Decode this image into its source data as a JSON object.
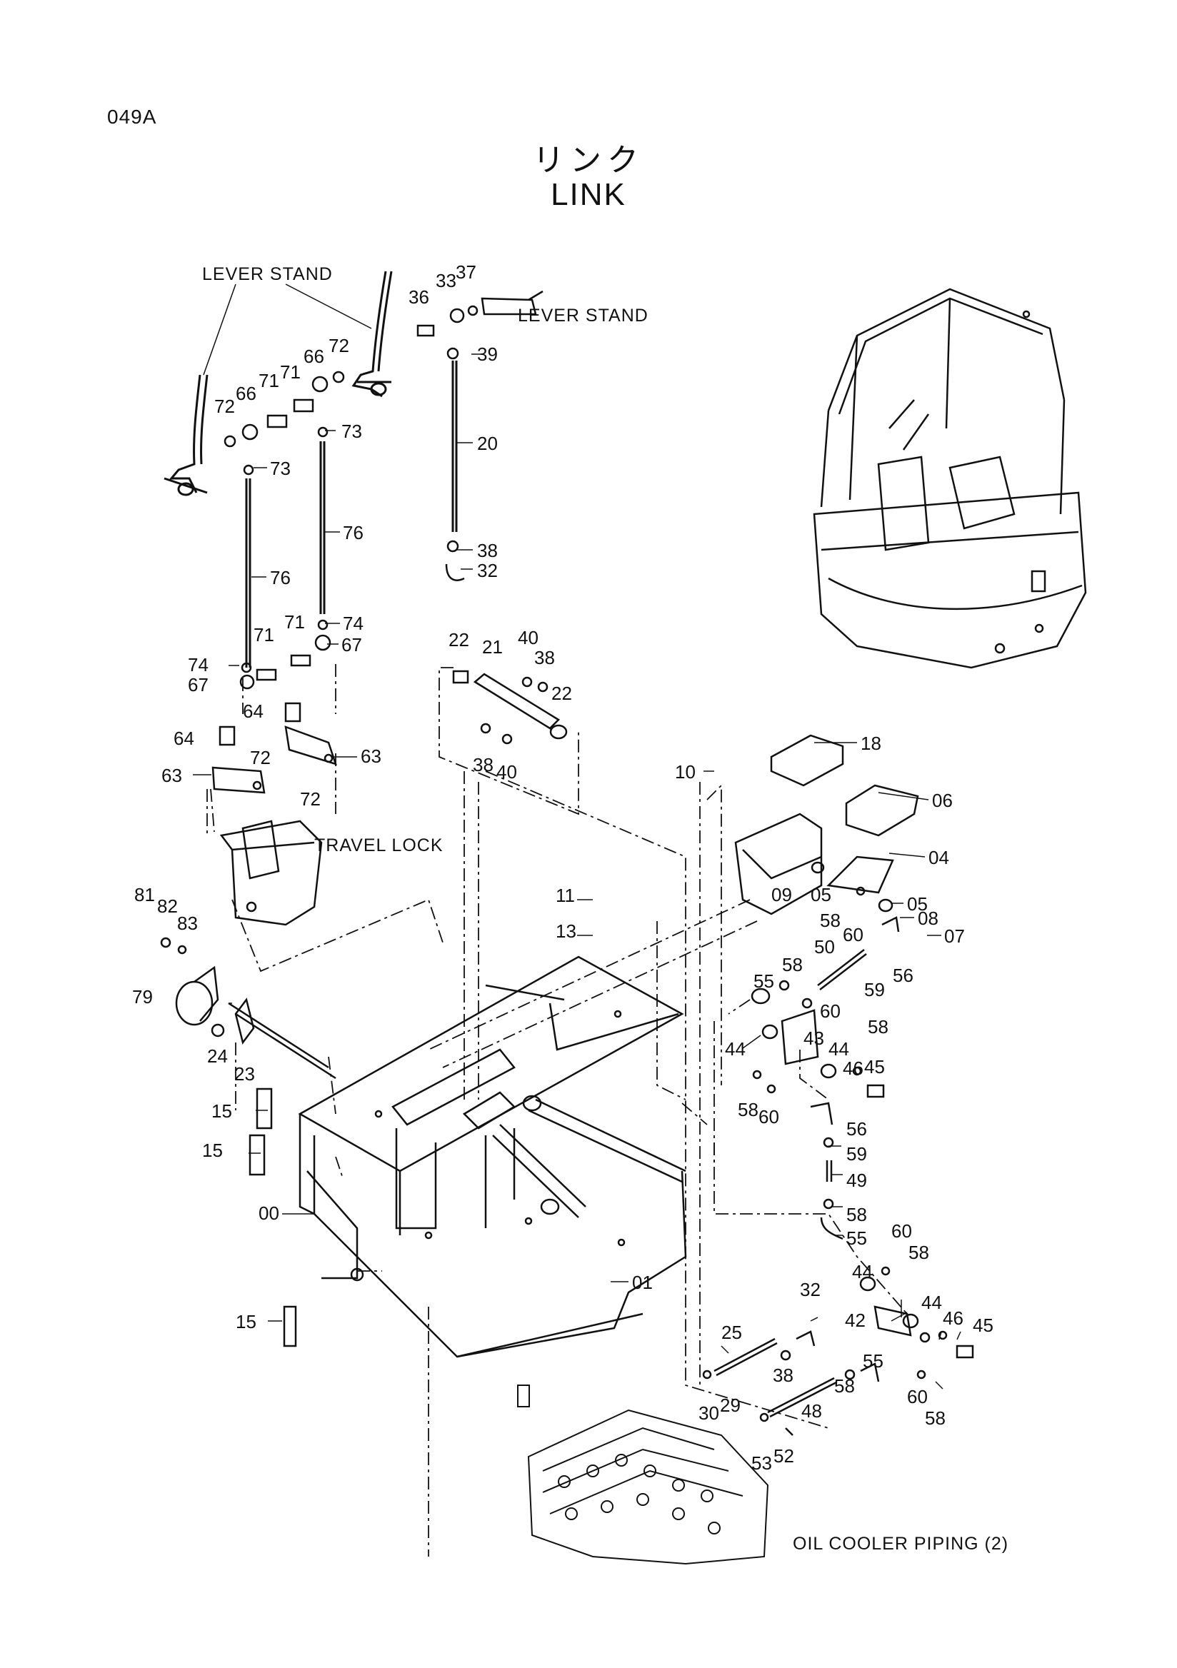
{
  "header": {
    "page_code": "049A",
    "title_jp": "リンク",
    "title_en": "LINK"
  },
  "labels": {
    "lever_stand_left": "LEVER STAND",
    "lever_stand_right": "LEVER STAND",
    "travel_lock": "TRAVEL LOCK",
    "oil_cooler_piping": "OIL COOLER PIPING (2)"
  },
  "callouts": [
    "37",
    "33",
    "36",
    "39",
    "20",
    "38",
    "32",
    "72",
    "66",
    "71",
    "66",
    "71",
    "72",
    "73",
    "73",
    "76",
    "76",
    "74",
    "71",
    "71",
    "74",
    "67",
    "67",
    "64",
    "64",
    "63",
    "72",
    "72",
    "63",
    "22",
    "21",
    "40",
    "38",
    "22",
    "38",
    "40",
    "18",
    "10",
    "06",
    "04",
    "09",
    "05",
    "05",
    "08",
    "07",
    "58",
    "60",
    "50",
    "59",
    "56",
    "58",
    "55",
    "60",
    "58",
    "44",
    "43",
    "44",
    "46",
    "45",
    "58",
    "60",
    "56",
    "59",
    "49",
    "58",
    "55",
    "60",
    "58",
    "44",
    "44",
    "46",
    "45",
    "42",
    "32",
    "55",
    "58",
    "60",
    "58",
    "25",
    "38",
    "48",
    "29",
    "30",
    "53",
    "52",
    "11",
    "13",
    "81",
    "82",
    "83",
    "79",
    "24",
    "23",
    "15",
    "15",
    "00",
    "01",
    "15"
  ],
  "colors": {
    "ink": "#111111",
    "background": "#ffffff"
  }
}
